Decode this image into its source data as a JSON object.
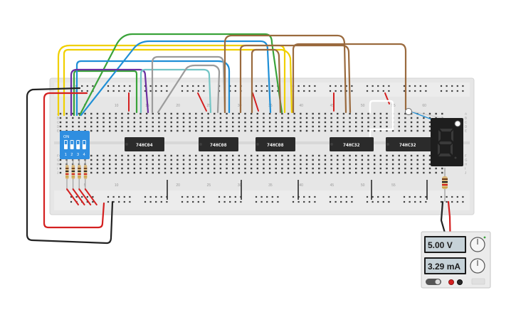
{
  "chips": [
    {
      "label": "74HC04"
    },
    {
      "label": "74HC08"
    },
    {
      "label": "74HC08"
    },
    {
      "label": "74HC32"
    },
    {
      "label": "74HC32"
    }
  ],
  "dip_switch": {
    "on_label": "ON",
    "switch_numbers": [
      "1",
      "2",
      "3",
      "4"
    ]
  },
  "breadboard": {
    "column_numbers_top": [
      "5",
      "10",
      "15",
      "20",
      "25",
      "30",
      "35",
      "40",
      "45",
      "50",
      "55",
      "60"
    ],
    "column_numbers_bottom": [
      "5",
      "10",
      "20",
      "25",
      "30",
      "35",
      "40",
      "45",
      "50",
      "55"
    ],
    "row_letters_left": [
      "A",
      "B",
      "C",
      "D",
      "E",
      "F",
      "G",
      "H",
      "I",
      "J"
    ],
    "row_letters_right": [
      "A",
      "B",
      "C",
      "D",
      "E",
      "F",
      "G",
      "H",
      "I",
      "J"
    ]
  },
  "power_supply": {
    "voltage_display": "5.00 V",
    "current_display": "3.29 mA"
  },
  "colors": {
    "breadboard": "#e8e8e8",
    "chip": "#2b2b2b",
    "dip_switch": "#2f8ee0",
    "seven_segment_body": "#1e1e1e",
    "seven_segment_segment": "#3a3a3a",
    "psu_body": "#ebebeb",
    "psu_display": "#c6d2d8",
    "wire_yellow": "#f0d000",
    "wire_green": "#3aa33a",
    "wire_blue": "#1f8fd6",
    "wire_purple": "#6b2fa0",
    "wire_teal": "#74c6c6",
    "wire_gray": "#9b9b9b",
    "wire_brown": "#9a6a3e",
    "wire_red": "#d42020",
    "wire_black": "#222222",
    "wire_white": "#ffffff"
  },
  "icons": [
    "voltage-knob-icon",
    "current-knob-icon",
    "power-switch-icon",
    "positive-terminal-icon",
    "negative-terminal-icon"
  ]
}
